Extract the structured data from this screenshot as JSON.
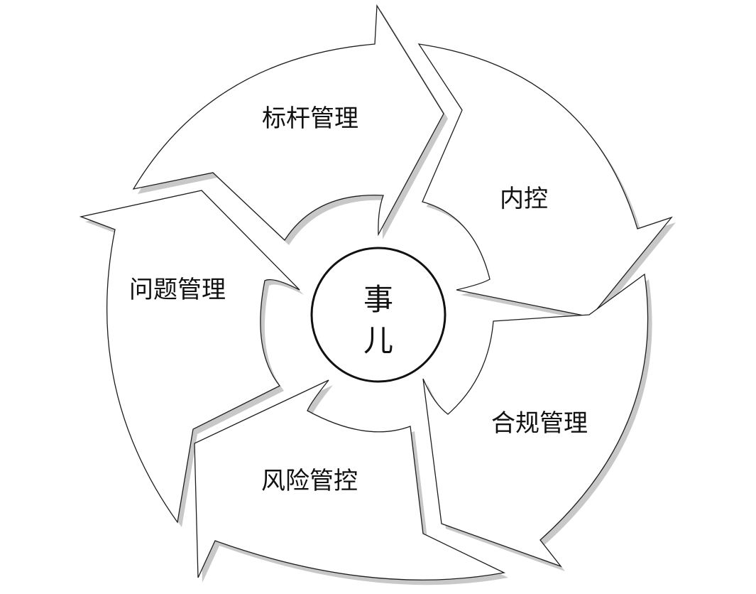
{
  "diagram": {
    "center": {
      "lines": [
        "事",
        "儿"
      ]
    },
    "segments": [
      {
        "id": "benchmark",
        "label": "标杆管理"
      },
      {
        "id": "internal-control",
        "label": "内控"
      },
      {
        "id": "compliance",
        "label": "合规管理"
      },
      {
        "id": "risk-control",
        "label": "风险管控"
      },
      {
        "id": "issue",
        "label": "问题管理"
      }
    ]
  }
}
